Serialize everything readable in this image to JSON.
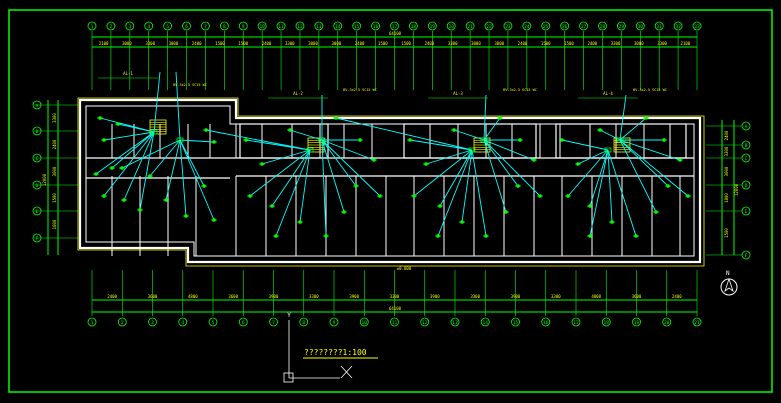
{
  "drawing": {
    "scale_caption": "????????1:100",
    "north_label": "N",
    "colors": {
      "background": "#000000",
      "border": "#00ff00",
      "walls": "#ffffff",
      "wiring": "#00ffff",
      "fixtures": "#00ff00",
      "stairs": "#ffff00",
      "text": "#ffff00",
      "axis_line": "#ffffff",
      "ucs_icon": "#ffffff"
    },
    "top_axis_labels": [
      "1",
      "2",
      "3",
      "4",
      "5",
      "6",
      "7",
      "8",
      "9",
      "10",
      "11",
      "12",
      "13",
      "14",
      "15",
      "16",
      "17",
      "18",
      "19",
      "20",
      "21",
      "22",
      "23",
      "24",
      "25",
      "26",
      "27",
      "28",
      "29",
      "30",
      "31",
      "32",
      "33"
    ],
    "top_dims": [
      "2100",
      "3000",
      "3300",
      "3000",
      "2400",
      "1500",
      "1500",
      "2400",
      "3300",
      "3000",
      "3000",
      "2400",
      "1500",
      "1500",
      "2400",
      "3300",
      "3000",
      "3000",
      "2400",
      "1500",
      "1500",
      "2400",
      "3300",
      "3000",
      "3300",
      "2100"
    ],
    "top_total": "64100",
    "bottom_axis_labels": [
      "1",
      "2",
      "3",
      "4",
      "5",
      "6",
      "7",
      "8",
      "9",
      "10",
      "11",
      "12",
      "13",
      "14",
      "15",
      "16",
      "17",
      "18",
      "19",
      "20",
      "21"
    ],
    "bottom_dims": [
      "2400",
      "3600",
      "4800",
      "3600",
      "3900",
      "3300",
      "3900",
      "3300",
      "3900",
      "3300",
      "3900",
      "3300",
      "4800",
      "3600",
      "2400"
    ],
    "bottom_total": "64100",
    "left_axis_labels": [
      "A",
      "B",
      "C",
      "D",
      "E",
      "F"
    ],
    "left_dims": [
      "3300",
      "2400",
      "3000",
      "1500",
      "1800"
    ],
    "left_total": "12000",
    "right_axis_labels": [
      "A",
      "B",
      "C",
      "D",
      "E",
      "F"
    ],
    "right_dims": [
      "2400",
      "3300",
      "3000",
      "1800",
      "1500"
    ],
    "right_total": "12000",
    "panel_notes": [
      "AL-1",
      "AL-2",
      "AL-3",
      "AL-4"
    ],
    "unit_labels": [
      "BV-3x2.5 SC15 WC",
      "BV-3x2.5 SC15 WC",
      "BV-3x2.5 SC15 WC",
      "BV-3x2.5 SC15 WC"
    ],
    "ground_label": "±0.000"
  }
}
